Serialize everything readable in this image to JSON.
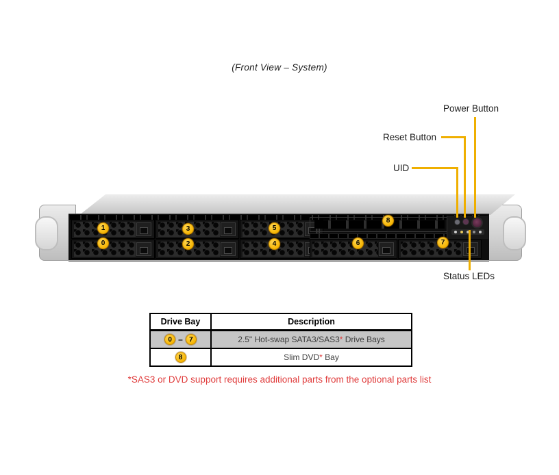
{
  "title": "(Front View – System)",
  "callouts": {
    "power_button": "Power Button",
    "reset_button": "Reset Button",
    "uid": "UID",
    "status_leds": "Status LEDs"
  },
  "badges": [
    "0",
    "1",
    "2",
    "3",
    "4",
    "5",
    "6",
    "7",
    "8"
  ],
  "table": {
    "header": {
      "drive_bay": "Drive Bay",
      "description": "Description"
    },
    "row1": {
      "from": "0",
      "dash": "–",
      "to": "7",
      "desc": "2.5\" Hot-swap SATA3/SAS3",
      "star": "*",
      "desc_tail": " Drive Bays"
    },
    "row2": {
      "bay": "8",
      "desc": "Slim DVD",
      "star": "*",
      "desc_tail": " Bay"
    }
  },
  "footnote": "*SAS3 or DVD support requires additional parts from the optional parts list",
  "colors": {
    "callout_line": "#EFAF00",
    "badge_fill": "#F6B400",
    "badge_border": "#C68A00",
    "footnote_red": "#E03C3C",
    "table_row_gray": "#C6C6C6"
  }
}
